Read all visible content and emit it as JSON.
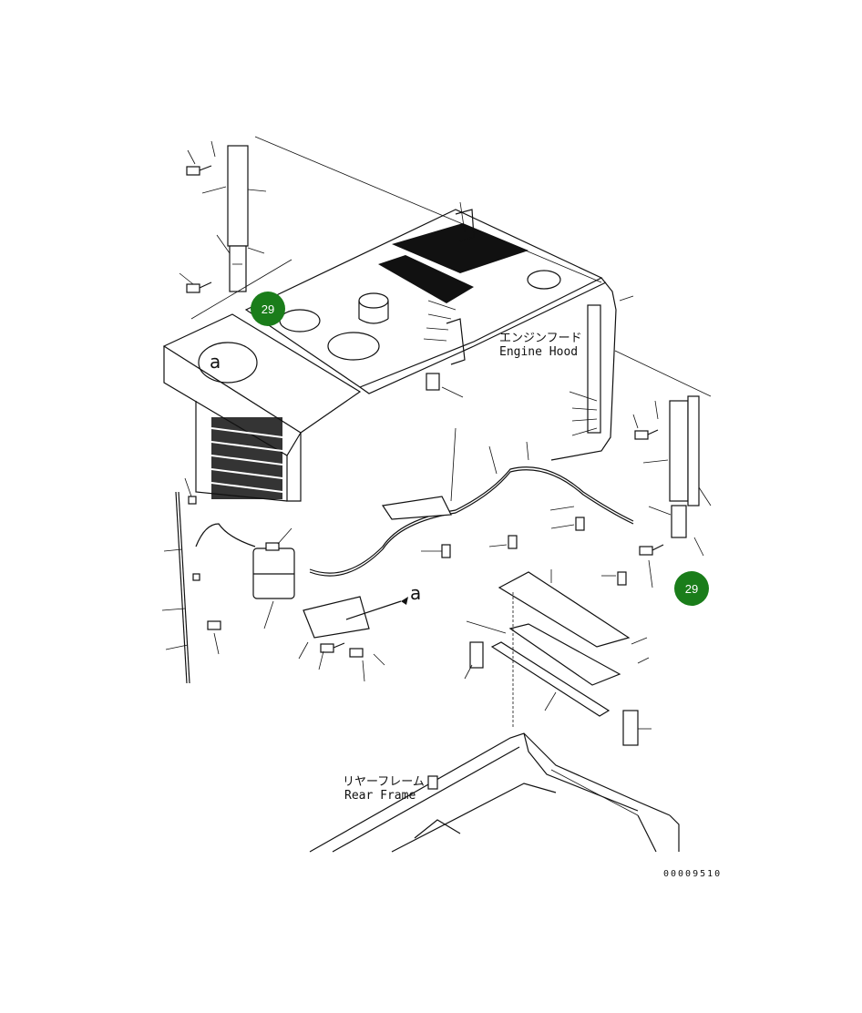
{
  "labels": {
    "engine_hood_jp": "エンジンフード",
    "engine_hood_en": "Engine Hood",
    "rear_frame_jp": "リヤーフレーム",
    "rear_frame_en": "Rear Frame",
    "detail_a_1": "a",
    "detail_a_2": "a",
    "drawing_number": "00009510"
  },
  "callouts": [
    {
      "id": "29",
      "label": "29"
    },
    {
      "id": "29",
      "label": "29"
    }
  ],
  "colors": {
    "callout_fill": "#1a7d1a",
    "line": "#111111"
  }
}
